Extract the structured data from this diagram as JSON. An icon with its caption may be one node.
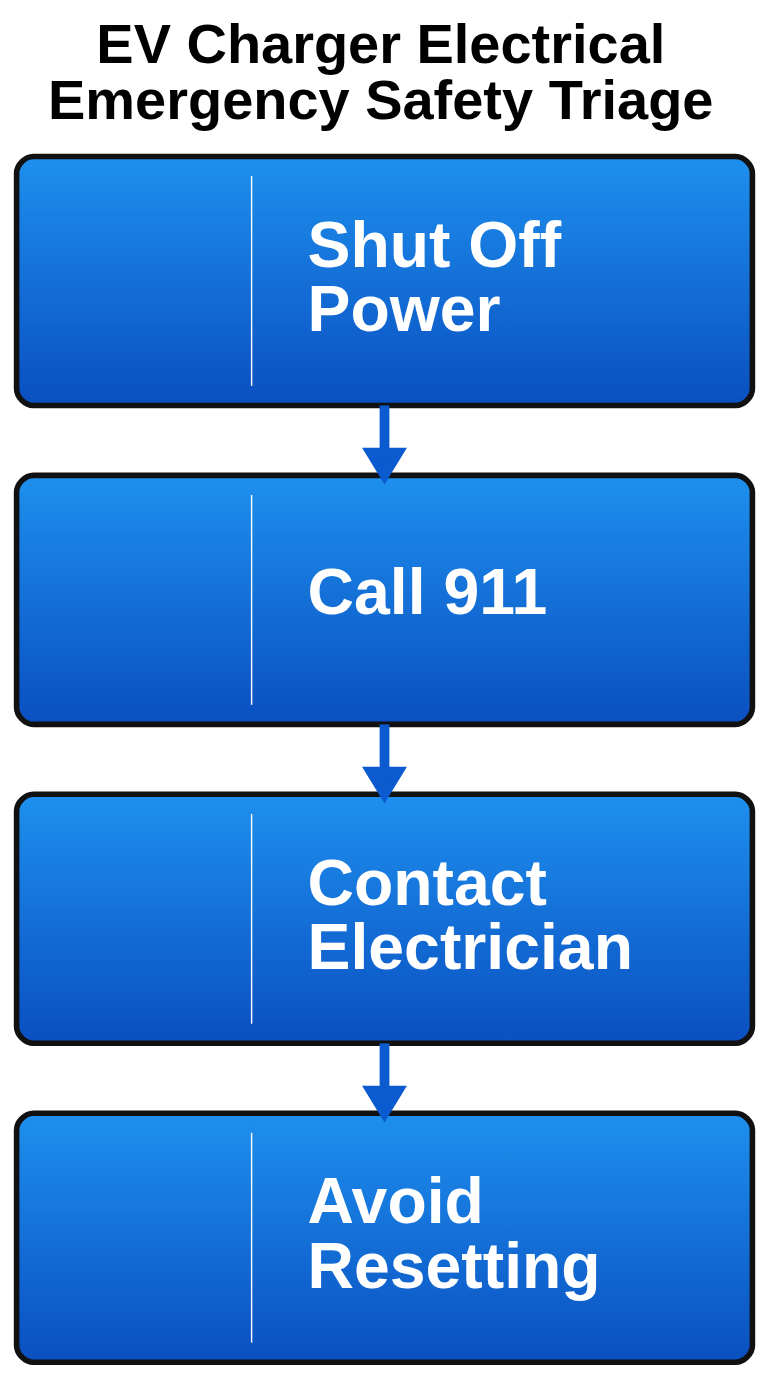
{
  "diagram": {
    "title": "EV Charger Electrical Emergency Safety Triage",
    "nodes": [
      {
        "text": [
          "Shut Off Power"
        ]
      },
      {
        "text": [
          "Call 911"
        ]
      },
      {
        "text": [
          "Contact Electrician"
        ]
      },
      {
        "text": [
          "Avoid Resetting"
        ]
      }
    ],
    "edges": [
      {
        "from": 0,
        "to": 1,
        "arrow": "to"
      },
      {
        "from": 1,
        "to": 2,
        "arrow": "to"
      },
      {
        "from": 2,
        "to": 3,
        "arrow": "to"
      }
    ]
  }
}
